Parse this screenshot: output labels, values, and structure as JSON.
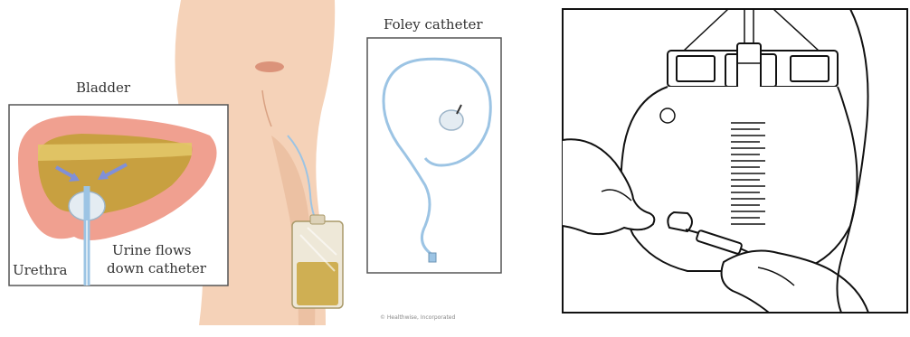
{
  "left_panel": {
    "labels": {
      "bladder": "Bladder",
      "foley_catheter": "Foley catheter",
      "urethra": "Urethra",
      "urine_flows_line1": "Urine flows",
      "urine_flows_line2": "down catheter",
      "copyright": "© Healthwise, Incorporated"
    },
    "colors": {
      "skin": "#f5d2b8",
      "skin_shadow": "#e8b99a",
      "bladder_wall": "#f0a090",
      "bladder_inner": "#c8a040",
      "urine": "#d8b850",
      "catheter": "#9cc4e4",
      "arrow": "#8090d8",
      "inset_border": "#555555"
    }
  },
  "right_panel": {
    "colors": {
      "line": "#111111",
      "fill": "#ffffff"
    }
  }
}
